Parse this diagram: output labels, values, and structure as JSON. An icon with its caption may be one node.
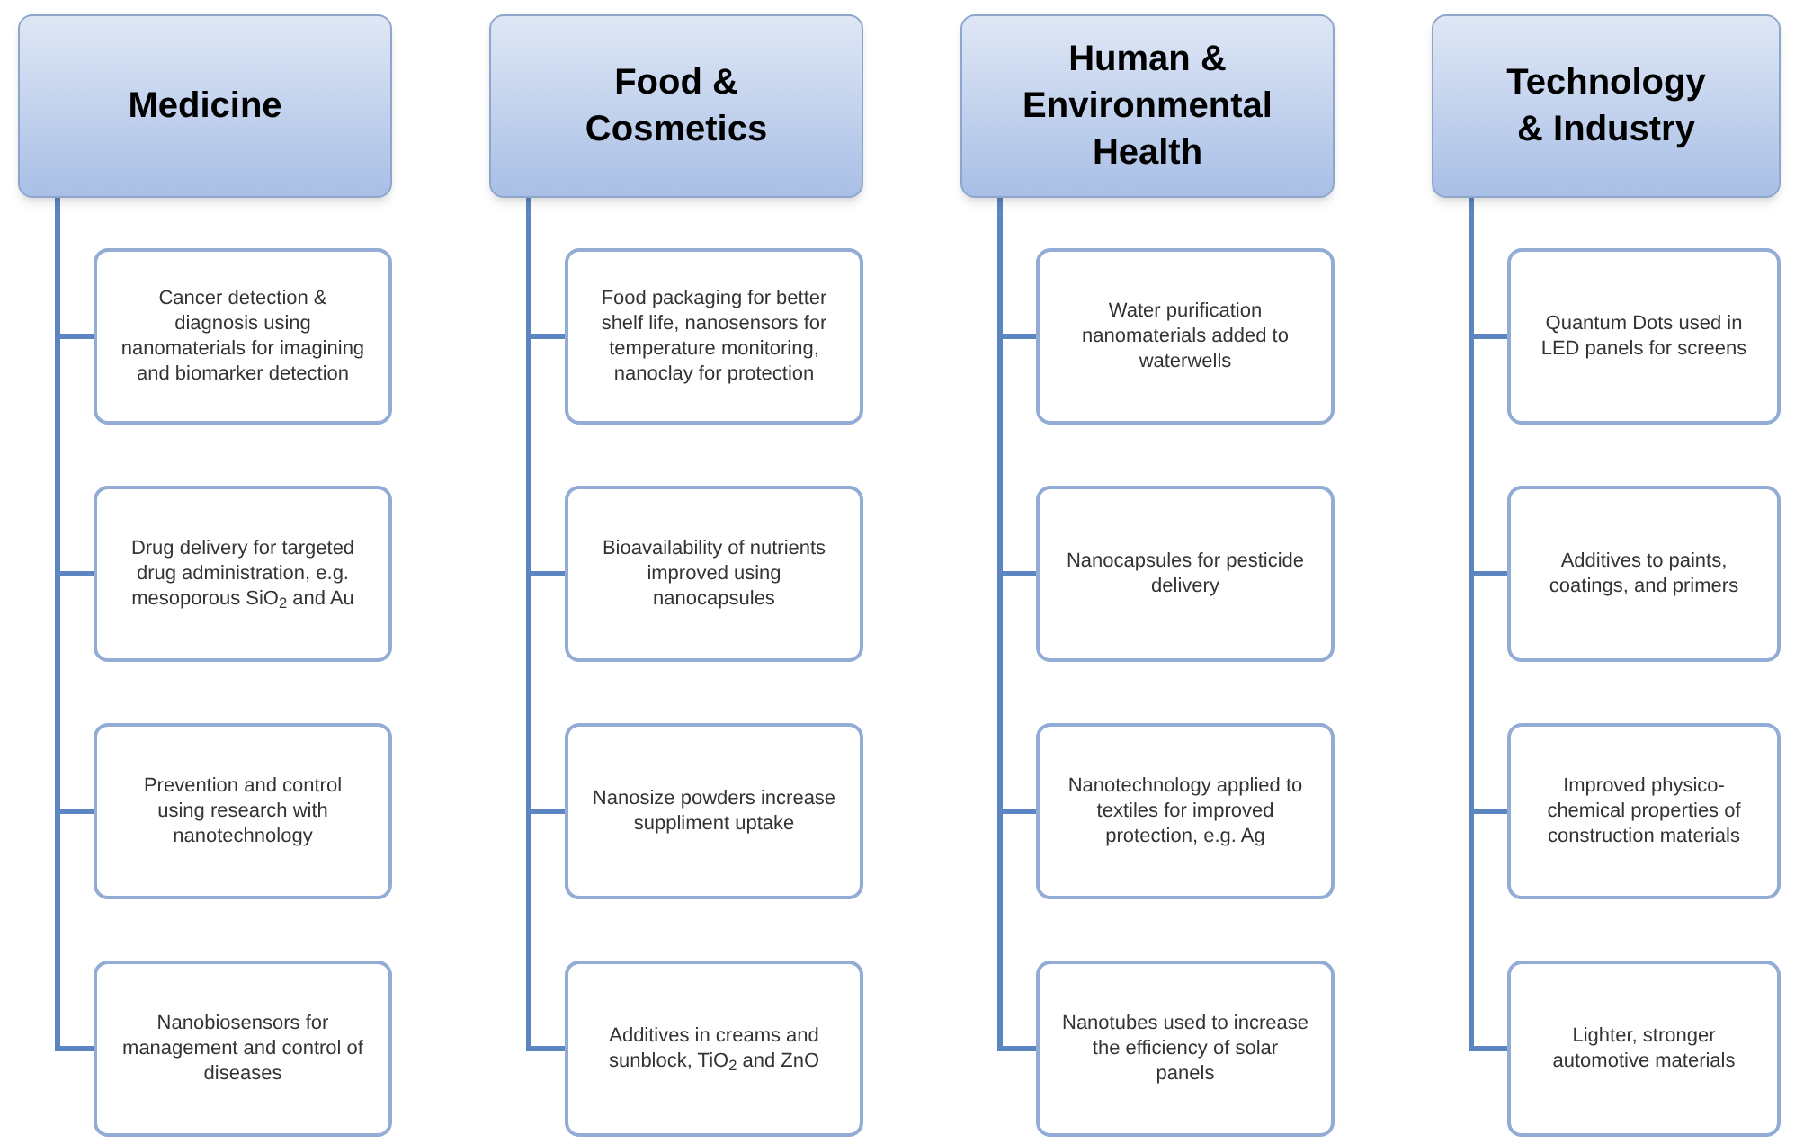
{
  "diagram": {
    "nodes": [
      {
        "text": [
          "Medicine"
        ]
      },
      {
        "text": [
          "Cancer detection & diagnosis using nanomaterials for imagining and biomarker detection"
        ]
      },
      {
        "text": [
          "Drug delivery for targeted drug administration, e.g. mesoporous SiO$_{2}$ and Au"
        ]
      },
      {
        "text": [
          "Prevention and control using research with nanotechnology"
        ]
      },
      {
        "text": [
          "Nanobiosensors for management and control of diseases"
        ]
      },
      {
        "text": [
          "Food & Cosmetics"
        ]
      },
      {
        "text": [
          "Food packaging for better shelf life, nanosensors for temperature monitoring, nanoclay for protection"
        ]
      },
      {
        "text": [
          "Bioavailability of nutrients improved using nanocapsules"
        ]
      },
      {
        "text": [
          "Nanosize powders increase suppliment uptake"
        ]
      },
      {
        "text": [
          "Additives in creams and sunblock, TiO$_{2}$ and ZnO"
        ]
      },
      {
        "text": [
          "Human & Environmental Health"
        ]
      },
      {
        "text": [
          "Water purification nanomaterials added to waterwells"
        ]
      },
      {
        "text": [
          "Nanocapsules for pesticide delivery"
        ]
      },
      {
        "text": [
          "Nanotechnology applied to textiles for improved protection, e.g. Ag"
        ]
      },
      {
        "text": [
          "Nanotubes used to increase the efficiency of solar panels"
        ]
      },
      {
        "text": [
          "Technology & Industry"
        ]
      },
      {
        "text": [
          "Quantum Dots used in LED panels for screens"
        ]
      },
      {
        "text": [
          "Additives to paints, coatings, and primers"
        ]
      },
      {
        "text": [
          "Improved physico-chemical properties of construction materials"
        ]
      },
      {
        "text": [
          "Lighter, stronger automotive materials"
        ]
      }
    ],
    "edges": [
      {
        "from": 0,
        "to": 1,
        "arrow": "none"
      },
      {
        "from": 0,
        "to": 2,
        "arrow": "none"
      },
      {
        "from": 0,
        "to": 3,
        "arrow": "none"
      },
      {
        "from": 0,
        "to": 4,
        "arrow": "none"
      },
      {
        "from": 5,
        "to": 6,
        "arrow": "none"
      },
      {
        "from": 5,
        "to": 7,
        "arrow": "none"
      },
      {
        "from": 5,
        "to": 8,
        "arrow": "none"
      },
      {
        "from": 5,
        "to": 9,
        "arrow": "none"
      },
      {
        "from": 10,
        "to": 11,
        "arrow": "none"
      },
      {
        "from": 10,
        "to": 12,
        "arrow": "none"
      },
      {
        "from": 10,
        "to": 13,
        "arrow": "none"
      },
      {
        "from": 10,
        "to": 14,
        "arrow": "none"
      },
      {
        "from": 15,
        "to": 16,
        "arrow": "none"
      },
      {
        "from": 15,
        "to": 17,
        "arrow": "none"
      },
      {
        "from": 15,
        "to": 18,
        "arrow": "none"
      },
      {
        "from": 15,
        "to": 19,
        "arrow": "none"
      }
    ]
  }
}
